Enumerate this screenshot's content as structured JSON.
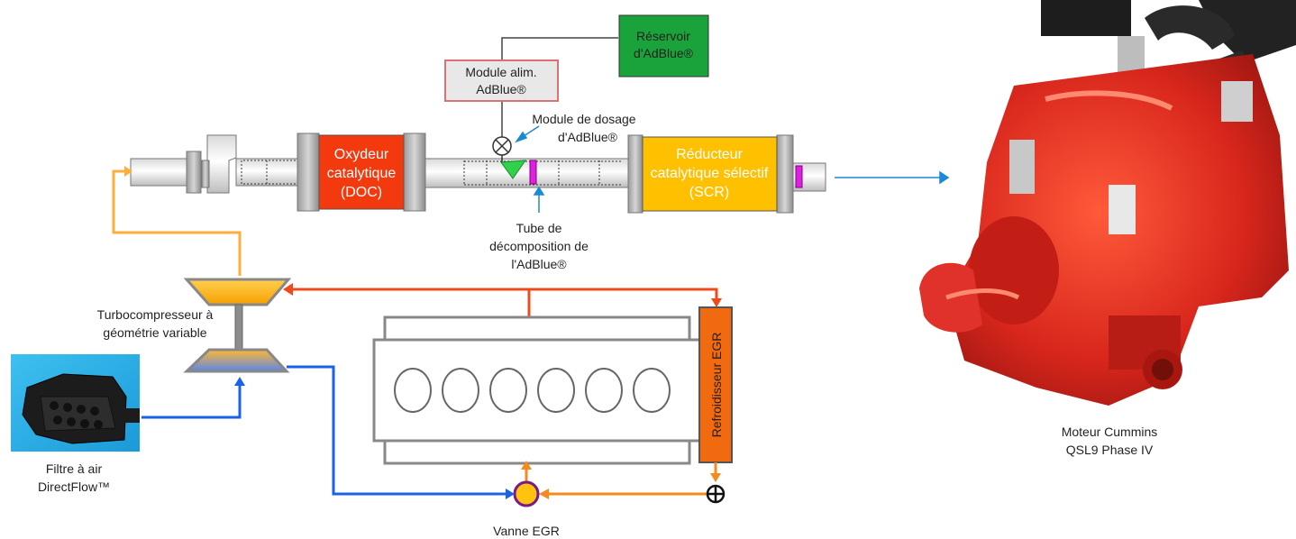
{
  "labels": {
    "reservoir_l1": "Réservoir",
    "reservoir_l2": "d'AdBlue®",
    "module_l1": "Module alim.",
    "module_l2": "AdBlue®",
    "dosing_l1": "Module de dosage",
    "dosing_l2": "d'AdBlue®",
    "doc_l1": "Oxydeur",
    "doc_l2": "catalytique",
    "doc_l3": "(DOC)",
    "scr_l1": "Réducteur",
    "scr_l2": "catalytique sélectif",
    "scr_l3": "(SCR)",
    "tube_l1": "Tube de",
    "tube_l2": "décomposition de",
    "tube_l3": "l'AdBlue®",
    "turbo_l1": "Turbocompresseur à",
    "turbo_l2": "géométrie variable",
    "egr_cooler": "Refroidisseur EGR",
    "filter_l1": "Filtre à air",
    "filter_l2": "DirectFlow™",
    "egr_valve": "Vanne EGR",
    "engine_l1": "Moteur Cummins",
    "engine_l2": "QSL9 Phase IV"
  },
  "colors": {
    "doc": "#f23a0e",
    "scr": "#ffc000",
    "reservoir": "#1aa33a",
    "egr_cooler": "#f26a10",
    "hot_line": "#f04a1c",
    "warm_line": "#f58a1e",
    "intake_line": "#ffae3b",
    "cool_line": "#1a62e6",
    "arrow_blue": "#1a8ad4",
    "magenta": "#e020e0",
    "engine_red": "#d8261c"
  },
  "icons": {
    "dosing_valve": "circle-cross-icon",
    "egr_mixer": "circle-plus-icon",
    "injector": "triangle-icon"
  }
}
